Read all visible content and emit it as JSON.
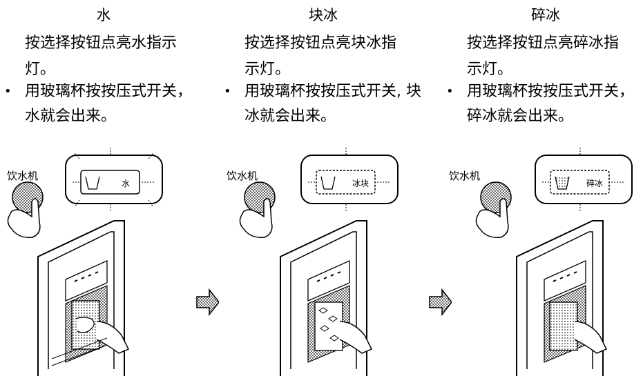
{
  "steps": [
    {
      "title": "水",
      "instruction": "按选择按钮点亮水指示灯。",
      "bullet": "用玻璃杯按按压式开关， 水就会出来。",
      "button_label": "饮水机",
      "indicator_text": "水"
    },
    {
      "title": "块冰",
      "instruction": "按选择按钮点亮块冰指示灯。",
      "bullet": "用玻璃杯按按压式开关, 块冰就会出来。",
      "button_label": "饮水机",
      "indicator_text": "冰块"
    },
    {
      "title": "碎冰",
      "instruction": "按选择按钮点亮碎冰指示灯。",
      "bullet": "用玻璃杯按按压式开关， 碎冰就会出来。",
      "button_label": "饮水机",
      "indicator_text": "碎冰"
    }
  ],
  "bullet_symbol": "•"
}
